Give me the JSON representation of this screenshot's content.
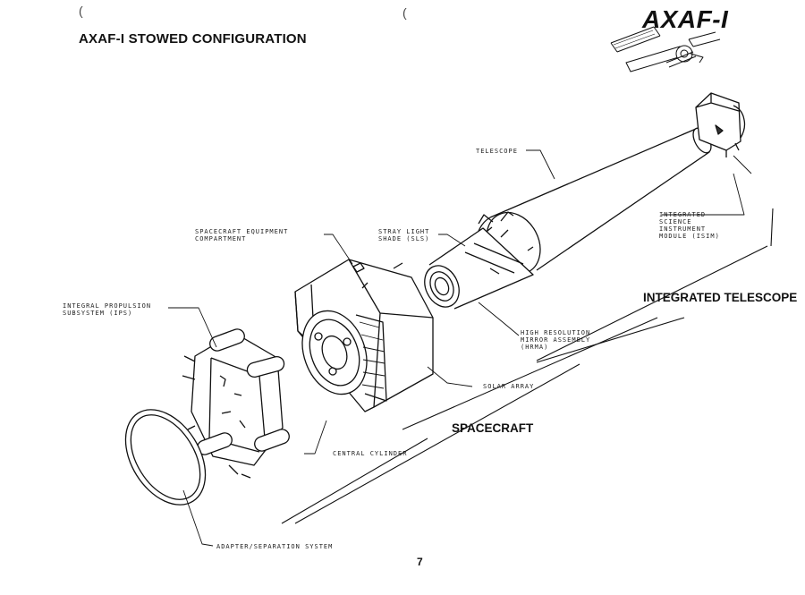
{
  "header": {
    "title": "AXAF-I STOWED CONFIGURATION",
    "logo": "AXAF-I"
  },
  "labels": {
    "telescope": "TELESCOPE",
    "isim": "INTEGRATED\nSCIENCE\nINSTRUMENT\nMODULE (ISIM)",
    "integrated_telescope": "INTEGRATED\nTELESCOPE",
    "sce": "SPACECRAFT EQUIPMENT\nCOMPARTMENT",
    "stray_light": "STRAY LIGHT\nSHADE (SLS)",
    "hrma": "HIGH RESOLUTION\nMIRROR ASSEMBLY\n(HRMA)",
    "ips": "INTEGRAL PROPULSION\nSUBSYSTEM (IPS)",
    "solar_array": "SOLAR ARRAY",
    "spacecraft": "SPACECRAFT",
    "central_cylinder": "CENTRAL CYLINDER",
    "adapter": "ADAPTER/SEPARATION SYSTEM"
  },
  "page_number": "7"
}
